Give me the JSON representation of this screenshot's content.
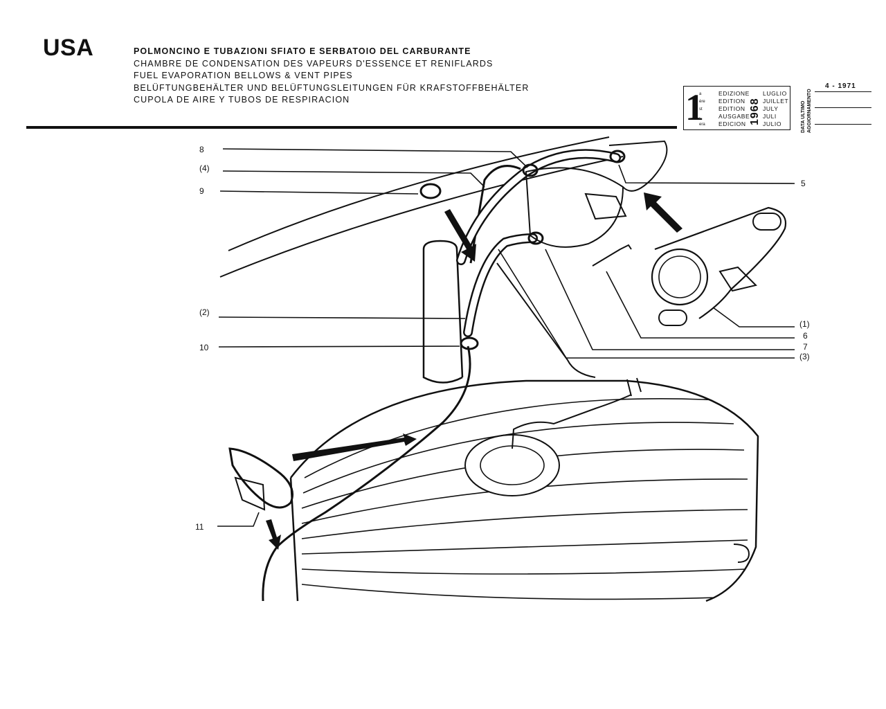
{
  "header": {
    "region": "USA",
    "titles": [
      "POLMONCINO E TUBAZIONI SFIATO E SERBATOIO DEL CARBURANTE",
      "CHAMBRE DE CONDENSATION DES VAPEURS D'ESSENCE ET RENIFLARDS",
      "FUEL EVAPORATION BELLOWS & VENT PIPES",
      "BELÜFTUNGBEHÄLTER UND BELÜFTUNGSLEITUNGEN FÜR KRAFSTOFFBEHÄLTER",
      "CUPOLA DE AIRE Y TUBOS DE RESPIRACION"
    ]
  },
  "edition": {
    "number": "1",
    "suffixes": [
      "a",
      "ère",
      "st",
      ".",
      "era"
    ],
    "words": [
      "EDIZIONE",
      "EDITION",
      "EDITION",
      "AUSGABE",
      "EDICION"
    ],
    "year": "1968",
    "months": [
      "LUGLIO",
      "JUILLET",
      "JULY",
      "JULI",
      "JULIO"
    ]
  },
  "update": {
    "label_lines": [
      "DATA ULTIMO",
      "AGGIORNAMENTO"
    ],
    "date": "4 - 1971"
  },
  "callouts": [
    {
      "id": "8",
      "label": "8"
    },
    {
      "id": "4",
      "label": "(4)"
    },
    {
      "id": "9",
      "label": "9"
    },
    {
      "id": "5",
      "label": "5"
    },
    {
      "id": "2",
      "label": "(2)"
    },
    {
      "id": "10",
      "label": "10"
    },
    {
      "id": "1",
      "label": "(1)"
    },
    {
      "id": "6",
      "label": "6"
    },
    {
      "id": "7",
      "label": "7"
    },
    {
      "id": "3",
      "label": "(3)"
    },
    {
      "id": "11",
      "label": "11"
    }
  ]
}
